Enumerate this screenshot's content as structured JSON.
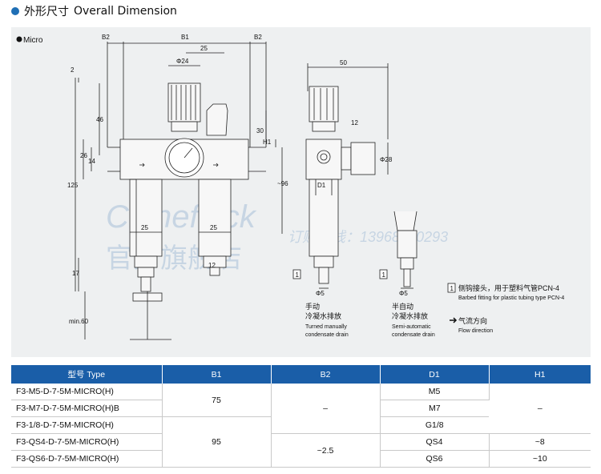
{
  "header": {
    "title_cn": "外形尺寸",
    "title_en": "Overall Dimension"
  },
  "drawing": {
    "series_label": "Micro",
    "dims": {
      "b2_left": "B2",
      "b1": "B1",
      "b2_right": "B2",
      "d25_top": "25",
      "phi24": "Φ24",
      "d2": "2",
      "d46": "46",
      "d26": "26",
      "d14": "14",
      "d125": "125",
      "d30": "30",
      "h1": "H1",
      "d96": "~96",
      "d25_left": "25",
      "d25_right": "25",
      "d17": "17",
      "min60": "min.60",
      "d12_a": "12",
      "d50": "50",
      "d12_b": "12",
      "phi28": "Φ28",
      "d1": "D1",
      "phi5_a": "Φ5",
      "phi5_b": "Φ5"
    },
    "box1_a": "1",
    "box1_b": "1",
    "box1_c": "1",
    "manual_drain_cn_1": "手动",
    "manual_drain_cn_2": "冷凝水排放",
    "manual_drain_en_1": "Turned manually",
    "manual_drain_en_2": "condensate drain",
    "semi_drain_cn_1": "半自动",
    "semi_drain_cn_2": "冷凝水排放",
    "semi_drain_en_1": "Semi-automatic",
    "semi_drain_en_2": "condensate drain",
    "legend_fitting_cn": "侧钩接头，用于塑料气管PCN-4",
    "legend_fitting_en": "Barbed fitting for plastic tubing type PCN-4",
    "legend_flow_cn": "气流方向",
    "legend_flow_en": "Flow direction",
    "watermark_1": "Chinefluck",
    "watermark_2": "官方旗舰店",
    "watermark_3": "订购热线：13968250293"
  },
  "table": {
    "headers": [
      "型号 Type",
      "B1",
      "B2",
      "D1",
      "H1"
    ],
    "models": [
      "F3-M5-D-7-5M-MICRO(H)",
      "F3-M7-D-7-5M-MICRO(H)B",
      "F3-1/8-D-7-5M-MICRO(H)",
      "F3-QS4-D-7-5M-MICRO(H)",
      "F3-QS6-D-7-5M-MICRO(H)"
    ],
    "b1_group1": "75",
    "b1_group2": "95",
    "b2_group1": "–",
    "b2_group2": "~2.5",
    "d1": [
      "M5",
      "M7",
      "G1/8",
      "QS4",
      "QS6"
    ],
    "h1_group1": "–",
    "h1_qs4": "~8",
    "h1_qs6": "~10"
  }
}
